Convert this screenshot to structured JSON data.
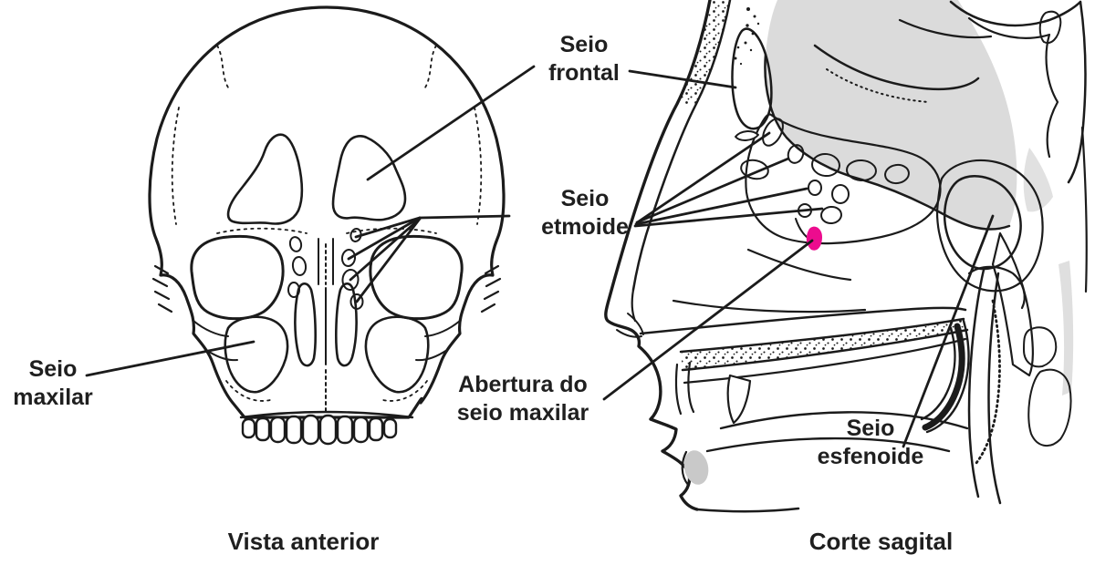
{
  "figure": {
    "labels": {
      "frontal": {
        "line1": "Seio",
        "line2": "frontal"
      },
      "etmoide": {
        "line1": "Seio",
        "line2": "etmoide"
      },
      "maxilar": {
        "line1": "Seio",
        "line2": "maxilar"
      },
      "abertura": {
        "line1": "Abertura do",
        "line2": "seio maxilar"
      },
      "esfenoide": {
        "line1": "Seio",
        "line2": "esfenoide"
      }
    },
    "captions": {
      "anterior": "Vista anterior",
      "sagital": "Corte sagital"
    },
    "colors": {
      "frontal_sinus": "#d5a6bd",
      "ethmoid_sinus": "#f3a8c6",
      "maxillary_sinus": "#ec9ac1",
      "sphenoid_sinus": "#9b6480",
      "maxillary_opening": "#ec0c8e",
      "brain": "#dbdbdb",
      "soft_gray": "#c9c9c9",
      "outline": "#1b1b1b",
      "label_text": "#1f1f1f"
    }
  }
}
